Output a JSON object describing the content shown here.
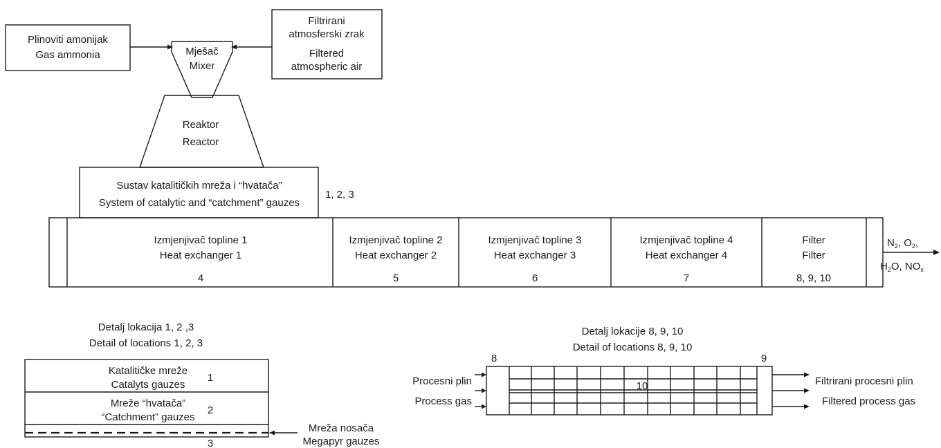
{
  "inputs": {
    "ammonia": [
      "Plinoviti amonijak",
      "Gas ammonia"
    ],
    "air": [
      "Filtrirani",
      "atmosferski zrak",
      "Filtered",
      "atmospheric air"
    ]
  },
  "mixer": [
    "Mješač",
    "Mixer"
  ],
  "reactor": [
    "Reaktor",
    "Reactor"
  ],
  "catalytic_system": {
    "lines": [
      "Sustav katalitičkih mreža i “hvatača”",
      "System of catalytic and “catchment” gauzes"
    ],
    "locations": "1, 2, 3"
  },
  "train": [
    {
      "hr": "Izmjenjivač topline 1",
      "en": "Heat exchanger 1",
      "num": "4"
    },
    {
      "hr": "Izmjenjivač topline 2",
      "en": "Heat exchanger 2",
      "num": "5"
    },
    {
      "hr": "Izmjenjivač topline 3",
      "en": "Heat exchanger 3",
      "num": "6"
    },
    {
      "hr": "Izmjenjivač topline 4",
      "en": "Heat exchanger 4",
      "num": "7"
    },
    {
      "hr": "Filter",
      "en": "Filter",
      "num": "8, 9, 10"
    }
  ],
  "outlet": {
    "line1": "N2, O2,",
    "line2": "H2O, NOx"
  },
  "detail_left": {
    "title": [
      "Detalj lokacija 1, 2 ,3",
      "Detail of locations 1, 2, 3"
    ],
    "layer1": [
      "Katalitičke mreže",
      "Catalyts gauzes"
    ],
    "layer1_num": "1",
    "layer2": [
      "Mreže “hvatača”",
      "“Catchment” gauzes"
    ],
    "layer2_num": "2",
    "layer3_num": "3",
    "support": [
      "Mreža nosača",
      "Megapyr gauzes"
    ]
  },
  "detail_right": {
    "title": [
      "Detalj lokacije 8, 9, 10",
      "Detail of locations 8, 9, 10"
    ],
    "num_inlet": "8",
    "num_outlet": "9",
    "num_filter": "10",
    "inlet_label": [
      "Procesni plin",
      "Process gas"
    ],
    "outlet_label": [
      "Filtrirani procesni plin",
      "Filtered process gas"
    ]
  }
}
